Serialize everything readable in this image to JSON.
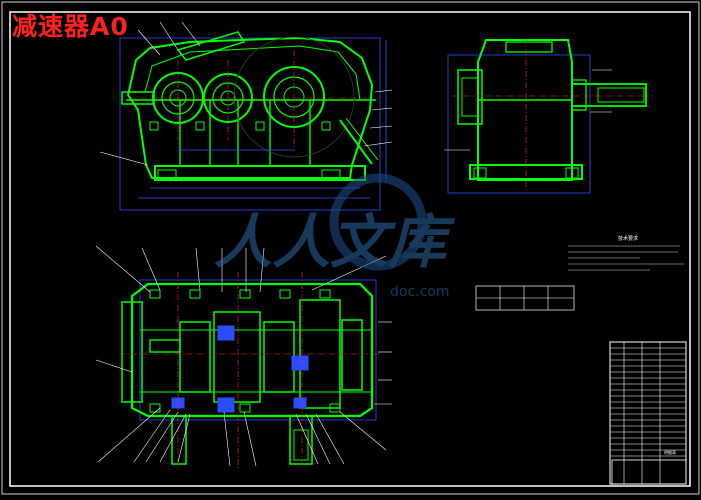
{
  "drawing": {
    "title": "减速器A0",
    "colors": {
      "background": "#000000",
      "frame": "#ffffff",
      "part": "#00ff00",
      "dimension": "#2c4cff",
      "centerline": "#ff2a2a",
      "leader": "#ffffff",
      "title": "#ff2020"
    }
  },
  "watermark": {
    "logo_text": "人人文库",
    "url_text": "doc.com"
  },
  "parts_table": {
    "header": "明细表"
  },
  "tech_requirements": {
    "heading": "技术要求"
  }
}
